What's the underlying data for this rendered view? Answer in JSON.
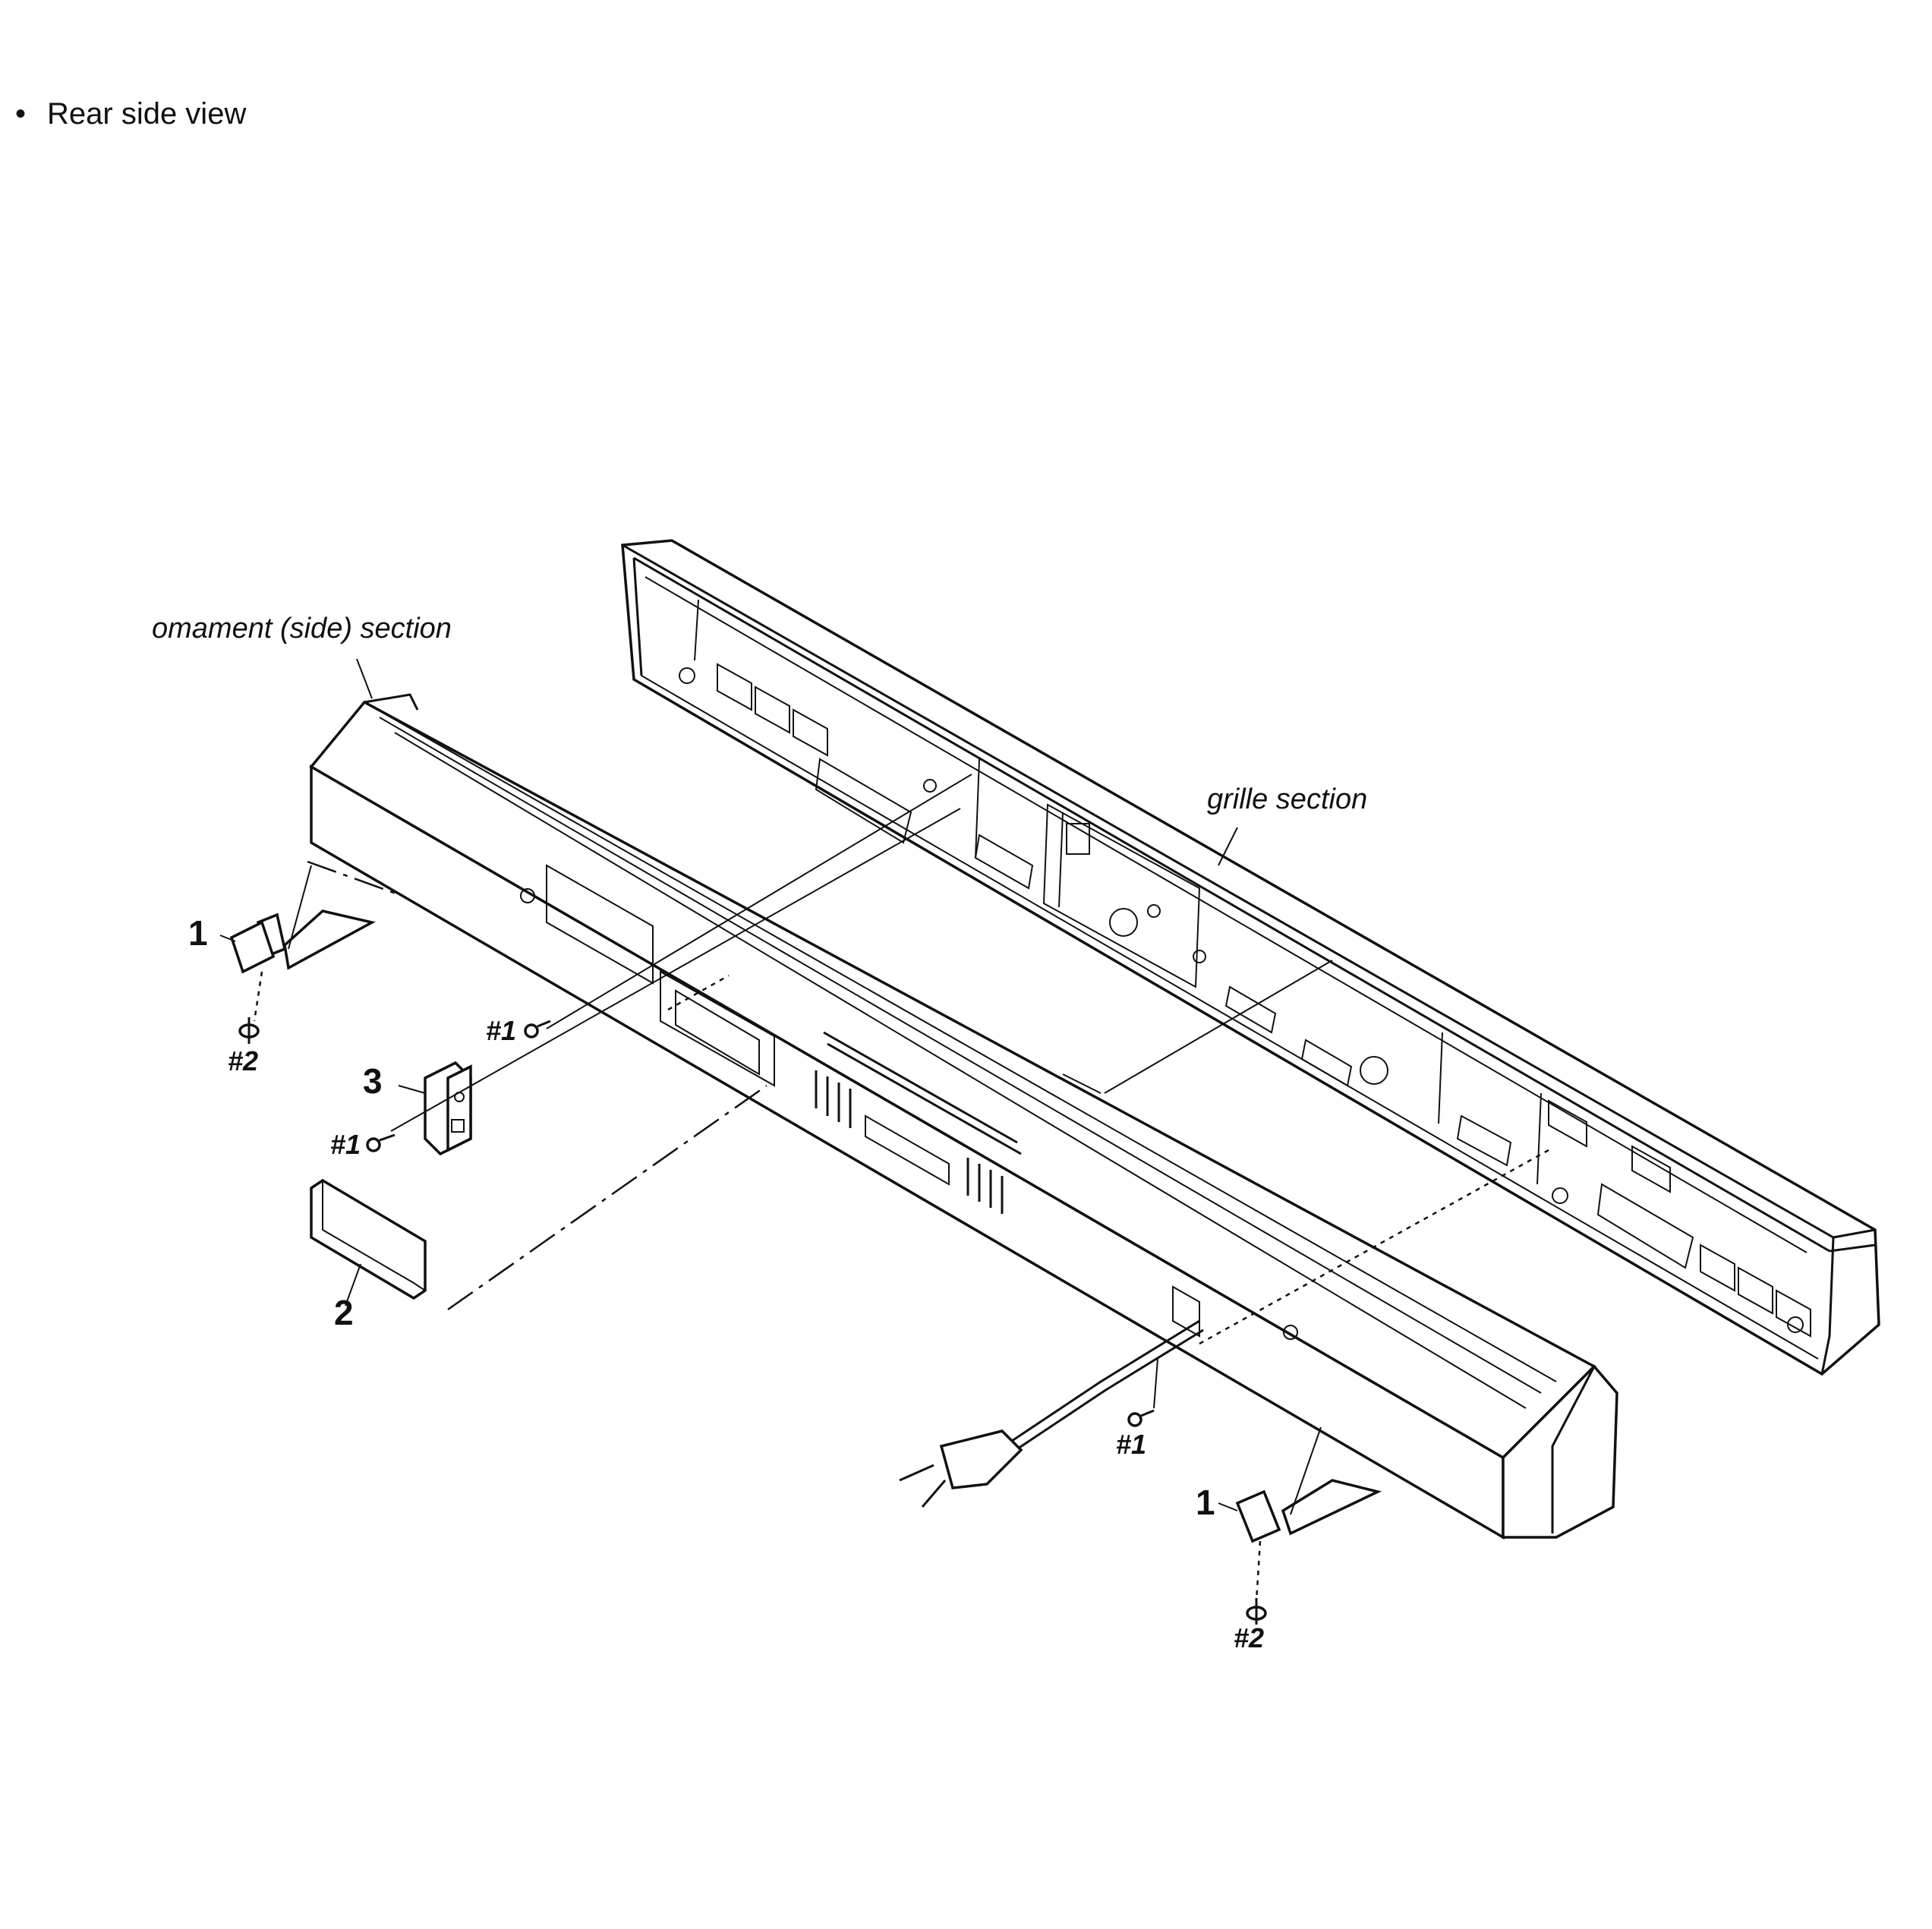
{
  "header": {
    "bullet": "•",
    "title": "Rear side view"
  },
  "labels": {
    "ornament_section": "omament (side) section",
    "grille_section": "grille section",
    "part_1": "1",
    "part_2": "2",
    "part_3": "3",
    "screw_1": "#1",
    "screw_2": "#2"
  }
}
